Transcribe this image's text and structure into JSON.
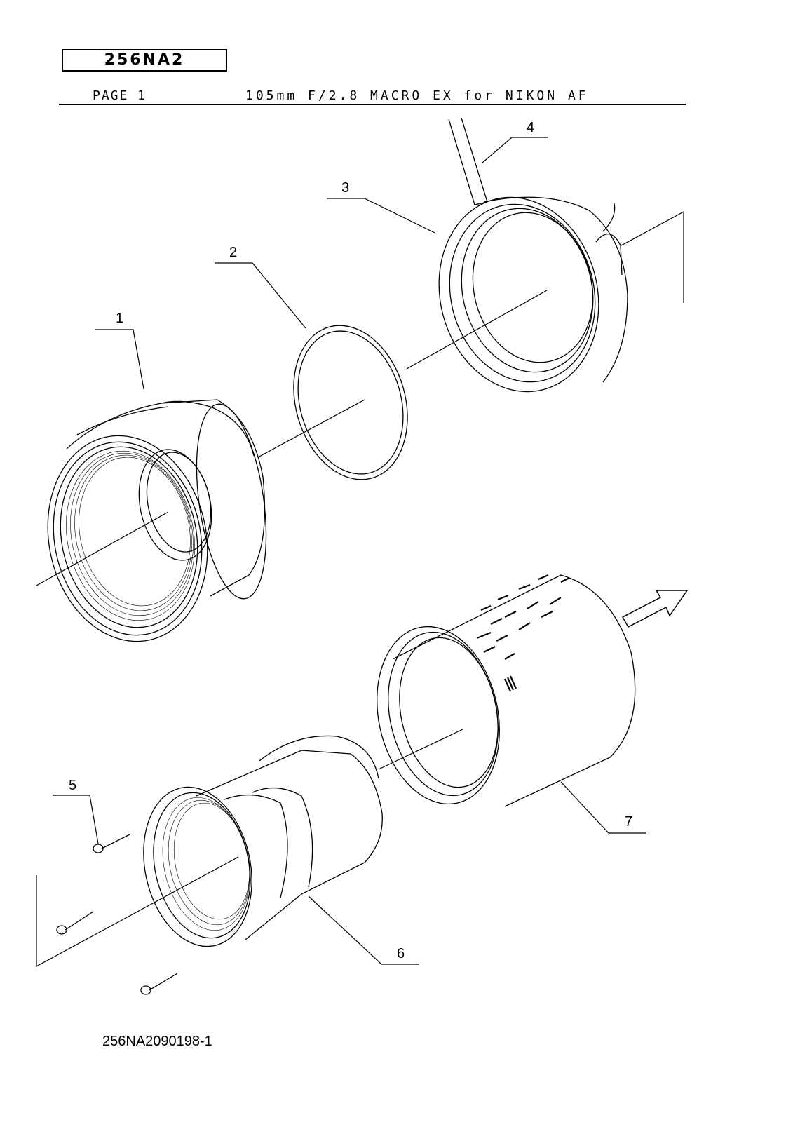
{
  "header": {
    "code": "256NA2",
    "page": "PAGE 1",
    "title": "105mm F/2.8 MACRO EX for NIKON AF"
  },
  "parts": [
    {
      "label": "1"
    },
    {
      "label": "2"
    },
    {
      "label": "3"
    },
    {
      "label": "4"
    },
    {
      "label": "5"
    },
    {
      "label": "6"
    },
    {
      "label": "7"
    }
  ],
  "footer": {
    "drawing_number": "256NA2090198-1"
  }
}
